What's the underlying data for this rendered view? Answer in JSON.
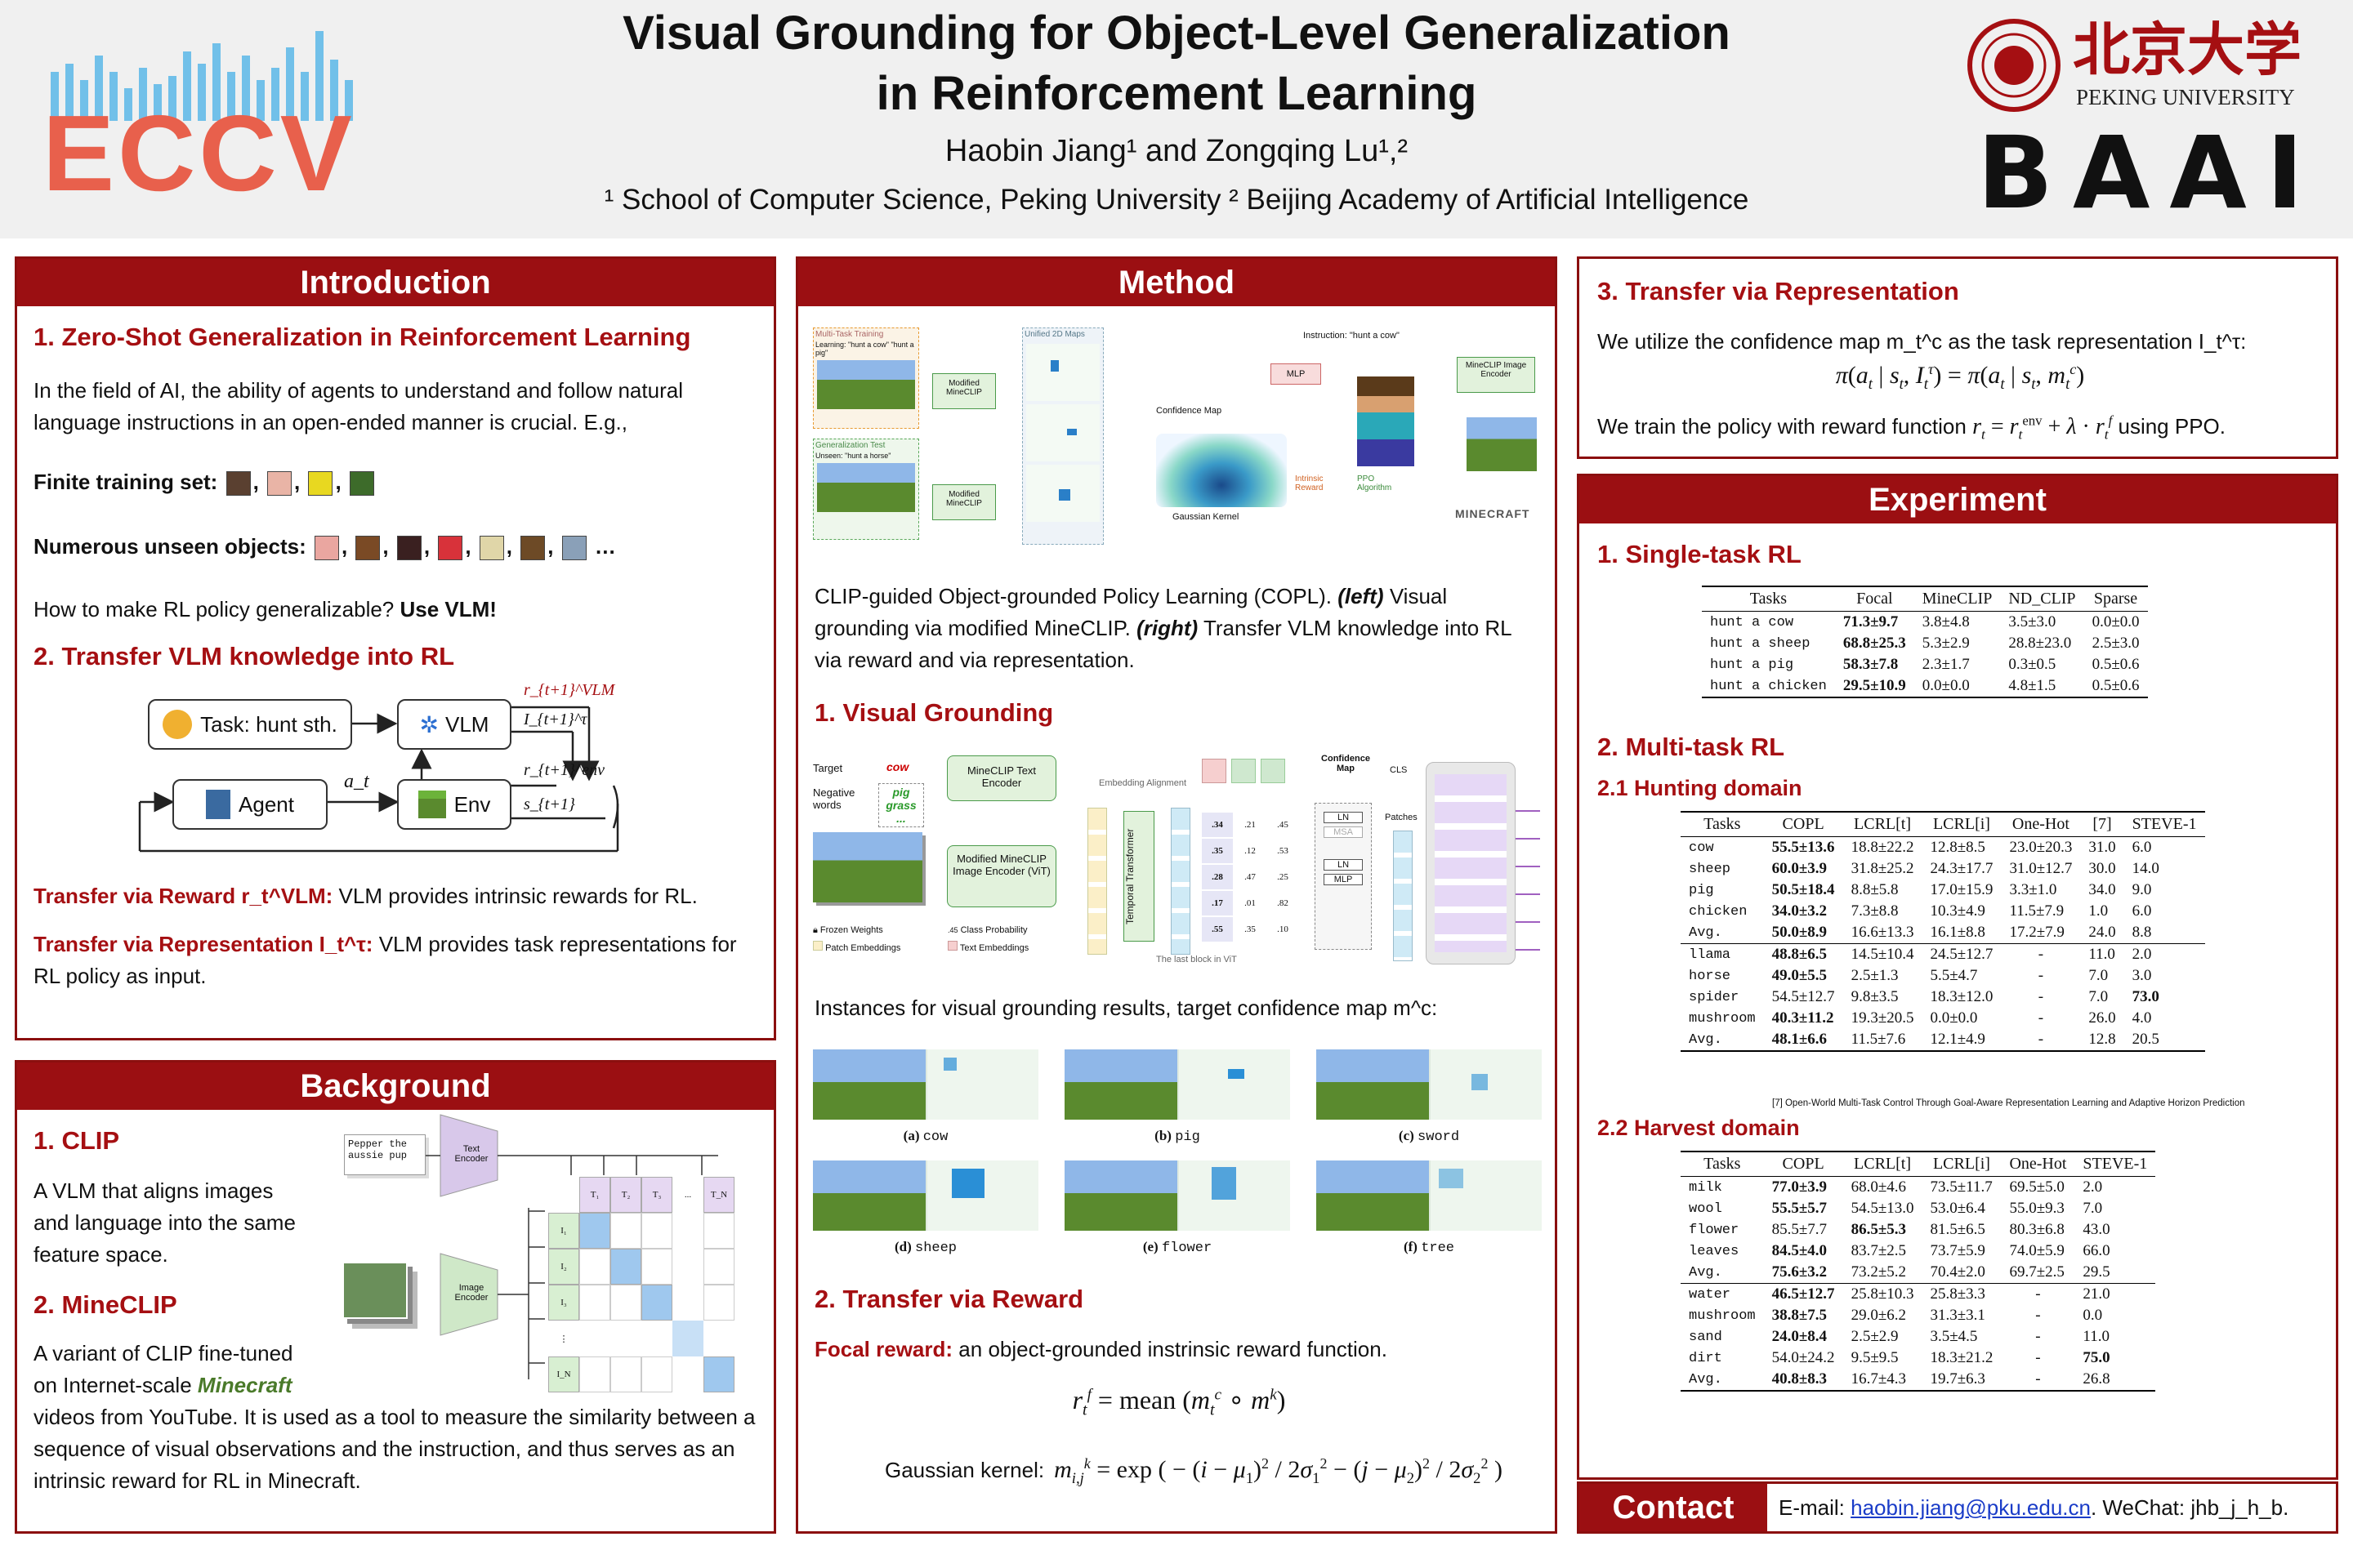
{
  "header": {
    "title_line1": "Visual Grounding for Object-Level Generalization",
    "title_line2": "in Reinforcement Learning",
    "authors": "Haobin Jiang¹ and Zongqing Lu¹,²",
    "affiliations": "¹ School of Computer Science, Peking University  ² Beijing Academy of Artificial Intelligence",
    "logo_eccv": "ECCV",
    "logo_pku_cn": "北京大学",
    "logo_pku_en": "PEKING UNIVERSITY",
    "logo_baai": "BAAI"
  },
  "introduction": {
    "heading": "Introduction",
    "s1_title": "1. Zero-Shot Generalization in Reinforcement Learning",
    "s1_text": "In the field of AI, the ability of agents to understand and follow natural language instructions in an open-ended manner is crucial. E.g.,",
    "finite_label": "Finite training set:",
    "unseen_label": "Numerous unseen objects:",
    "question": "How to make RL policy generalizable?",
    "answer": "Use VLM!",
    "s2_title": "2. Transfer VLM knowledge into RL",
    "diag_task": "Task: hunt sth.",
    "diag_vlm": "VLM",
    "diag_agent": "Agent",
    "diag_env": "Env",
    "diag_at": "a_t",
    "diag_r_vlm": "r_{t+1}^VLM",
    "diag_i": "I_{t+1}^τ",
    "diag_r_env": "r_{t+1}^env",
    "diag_s": "s_{t+1}",
    "reward_label": "Transfer via Reward r_t^VLM:",
    "reward_text": "VLM provides intrinsic rewards for RL.",
    "repr_label": "Transfer via Representation I_t^τ:",
    "repr_text": "VLM provides task representations for RL policy as input."
  },
  "background": {
    "heading": "Background",
    "clip_title": "1. CLIP",
    "clip_text": "A VLM that aligns images and language into the same feature space.",
    "mineclip_title": "2. MineCLIP",
    "mineclip_text_a": "A variant of CLIP fine-tuned on Internet-scale",
    "mineclip_text_em": "Minecraft",
    "mineclip_text_b": "videos from YouTube. It is used as a tool to measure the similarity between a sequence of visual observations and the instruction, and thus serves as an intrinsic reward for RL in Minecraft.",
    "fig_text_input": "Pepper the aussie pup",
    "fig_text_encoder": "Text Encoder",
    "fig_image_encoder": "Image Encoder",
    "fig_T": [
      "T₁",
      "T₂",
      "T₃",
      "...",
      "T_N"
    ],
    "fig_I": [
      "I₁",
      "I₂",
      "I₃",
      "⋮",
      "I_N"
    ]
  },
  "method": {
    "heading": "Method",
    "fig_multitask": "Multi-Task Training",
    "fig_learning": "Learning: \"hunt a cow\" \"hunt a pig\"",
    "fig_generalization": "Generalization Test",
    "fig_unseen": "Unseen: \"hunt a horse\"",
    "fig_modified": "Modified MineCLIP",
    "fig_unified": "Unified 2D Maps",
    "fig_instruction": "Instruction: \"hunt a cow\"",
    "fig_mlp": "MLP",
    "fig_image_encoder": "MineCLIP Image Encoder",
    "fig_confidence": "Confidence Map",
    "fig_gaussian": "Gaussian Kernel",
    "fig_intrinsic": "Intrinsic Reward",
    "fig_ppo": "PPO Algorithm",
    "fig_minecraft": "MINECRAFT",
    "caption_prefix": "CLIP-guided Object-grounded Policy Learning (COPL).",
    "caption_left": "(left)",
    "caption_mid": "Visual grounding via modified MineCLIP.",
    "caption_right": "(right)",
    "caption_end": "Transfer VLM knowledge into RL via reward and via representation.",
    "vg_title": "1. Visual Grounding",
    "vg_target": "Target",
    "vg_target_word": "cow",
    "vg_negative": "Negative words",
    "vg_neg_words": "pig grass ...",
    "vg_text_encoder": "MineCLIP Text Encoder",
    "vg_image_encoder": "Modified MineCLIP Image Encoder (ViT)",
    "vg_temporal": "Temporal Transformer",
    "vg_embed_align": "Embedding Alignment",
    "vg_conf_map": "Confidence Map",
    "vg_cls": "CLS",
    "vg_patches": "Patches",
    "vg_last_block": "The last block in ViT",
    "vg_probs": [
      ".34",
      ".21",
      ".45",
      ".35",
      ".12",
      ".53",
      ".28",
      ".47",
      ".25",
      ".17",
      ".01",
      ".82",
      ".55",
      ".35",
      ".10"
    ],
    "vg_legend": [
      "Frozen Weights",
      "Class Probability",
      "Patch Embeddings",
      "Text Embeddings"
    ],
    "vg_blocks": [
      "LN",
      "MSA",
      "LN",
      "MLP"
    ],
    "instances_text": "Instances for visual grounding results, target confidence map m^c:",
    "instances": [
      {
        "label": "(a)",
        "name": "cow"
      },
      {
        "label": "(b)",
        "name": "pig"
      },
      {
        "label": "(c)",
        "name": "sword"
      },
      {
        "label": "(d)",
        "name": "sheep"
      },
      {
        "label": "(e)",
        "name": "flower"
      },
      {
        "label": "(f)",
        "name": "tree"
      }
    ],
    "tr_title": "2. Transfer via Reward",
    "focal_label": "Focal reward:",
    "focal_text": "an object-grounded instrinsic reward function.",
    "gauss_label": "Gaussian kernel:"
  },
  "representation": {
    "title": "3. Transfer via Representation",
    "text1": "We utilize the confidence map m_t^c as the task representation I_t^τ:",
    "text2_a": "We train the policy with reward function",
    "text2_b": "using PPO."
  },
  "experiment": {
    "heading": "Experiment",
    "single_title": "1. Single-task RL",
    "single_headers": [
      "Tasks",
      "Focal",
      "MineCLIP",
      "ND_CLIP",
      "Sparse"
    ],
    "single_rows": [
      [
        "hunt a cow",
        "71.3±9.7",
        "3.8±4.8",
        "3.5±3.0",
        "0.0±0.0"
      ],
      [
        "hunt a sheep",
        "68.8±25.3",
        "5.3±2.9",
        "28.8±23.0",
        "2.5±3.0"
      ],
      [
        "hunt a pig",
        "58.3±7.8",
        "2.3±1.7",
        "0.3±0.5",
        "0.5±0.6"
      ],
      [
        "hunt a chicken",
        "29.5±10.9",
        "0.0±0.0",
        "4.8±1.5",
        "0.5±0.6"
      ]
    ],
    "multi_title": "2. Multi-task RL",
    "hunt_title": "2.1 Hunting domain",
    "hunt_headers": [
      "Tasks",
      "COPL",
      "LCRL[t]",
      "LCRL[i]",
      "One-Hot",
      "[7]",
      "STEVE-1"
    ],
    "hunt_rows": [
      [
        "cow",
        "55.5±13.6",
        "18.8±22.2",
        "12.8±8.5",
        "23.0±20.3",
        "31.0",
        "6.0"
      ],
      [
        "sheep",
        "60.0±3.9",
        "31.8±25.2",
        "24.3±17.7",
        "31.0±12.7",
        "30.0",
        "14.0"
      ],
      [
        "pig",
        "50.5±18.4",
        "8.8±5.8",
        "17.0±15.9",
        "3.3±1.0",
        "34.0",
        "9.0"
      ],
      [
        "chicken",
        "34.0±3.2",
        "7.3±8.8",
        "10.3±4.9",
        "11.5±7.9",
        "1.0",
        "6.0"
      ],
      [
        "Avg.",
        "50.0±8.9",
        "16.6±13.3",
        "16.1±8.8",
        "17.2±7.9",
        "24.0",
        "8.8"
      ],
      [
        "llama",
        "48.8±6.5",
        "14.5±10.4",
        "24.5±12.7",
        "-",
        "11.0",
        "2.0"
      ],
      [
        "horse",
        "49.0±5.5",
        "2.5±1.3",
        "5.5±4.7",
        "-",
        "7.0",
        "3.0"
      ],
      [
        "spider",
        "54.5±12.7",
        "9.8±3.5",
        "18.3±12.0",
        "-",
        "7.0",
        "73.0"
      ],
      [
        "mushroom",
        "40.3±11.2",
        "19.3±20.5",
        "0.0±0.0",
        "-",
        "26.0",
        "4.0"
      ],
      [
        "Avg.",
        "48.1±6.6",
        "11.5±7.6",
        "12.1±4.9",
        "-",
        "12.8",
        "20.5"
      ]
    ],
    "footnote": "[7] Open-World Multi-Task Control Through Goal-Aware Representation Learning and Adaptive Horizon Prediction",
    "harvest_title": "2.2 Harvest domain",
    "harvest_headers": [
      "Tasks",
      "COPL",
      "LCRL[t]",
      "LCRL[i]",
      "One-Hot",
      "STEVE-1"
    ],
    "harvest_rows": [
      [
        "milk",
        "77.0±3.9",
        "68.0±4.6",
        "73.5±11.7",
        "69.5±5.0",
        "2.0"
      ],
      [
        "wool",
        "55.5±5.7",
        "54.5±13.0",
        "53.0±6.4",
        "55.0±9.3",
        "7.0"
      ],
      [
        "flower",
        "85.5±7.7",
        "86.5±5.3",
        "81.5±6.5",
        "80.3±6.8",
        "43.0"
      ],
      [
        "leaves",
        "84.5±4.0",
        "83.7±2.5",
        "73.7±5.9",
        "74.0±5.9",
        "66.0"
      ],
      [
        "Avg.",
        "75.6±3.2",
        "73.2±5.2",
        "70.4±2.0",
        "69.7±2.5",
        "29.5"
      ],
      [
        "water",
        "46.5±12.7",
        "25.8±10.3",
        "25.8±3.3",
        "-",
        "21.0"
      ],
      [
        "mushroom",
        "38.8±7.5",
        "29.0±6.2",
        "31.3±3.1",
        "-",
        "0.0"
      ],
      [
        "sand",
        "24.0±8.4",
        "2.5±2.9",
        "3.5±4.5",
        "-",
        "11.0"
      ],
      [
        "dirt",
        "54.0±24.2",
        "9.5±9.5",
        "18.3±21.2",
        "-",
        "75.0"
      ],
      [
        "Avg.",
        "40.8±8.3",
        "16.7±4.3",
        "19.7±6.3",
        "-",
        "26.8"
      ]
    ]
  },
  "contact": {
    "heading": "Contact",
    "email_label": "E-mail:",
    "email": "haobin.jiang@pku.edu.cn",
    "wechat": ". WeChat: jhb_j_h_b."
  },
  "colors": {
    "accent": "#9b0f12",
    "header_bg": "#f0f0f0"
  }
}
